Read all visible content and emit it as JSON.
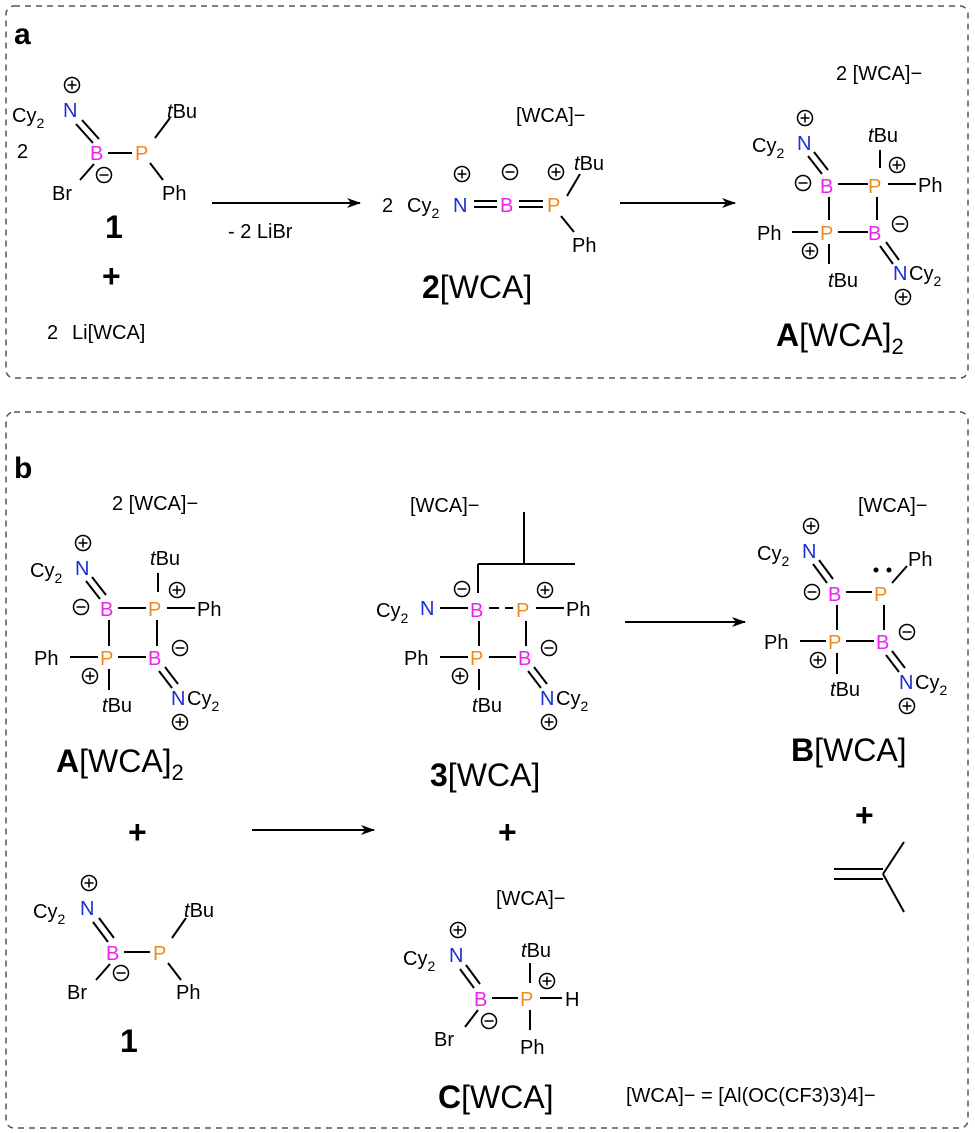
{
  "panel_a": {
    "label": "a",
    "reagent_count_1": "2",
    "compound_1_label": "1",
    "plus": "+",
    "reagent_count_li": "2",
    "li_salt": "Li[WCA]",
    "arrow_1_label": "- 2 LiBr",
    "wca_anion_2": "[WCA]−",
    "count_2": "2",
    "compound_2_label": "2",
    "compound_2_suffix": "[WCA]",
    "wca_anion_A": "2 [WCA]−",
    "compound_A_label": "A",
    "compound_A_suffix": "[WCA]",
    "compound_A_sub": "2"
  },
  "panel_b": {
    "label": "b",
    "wca_anion_A": "2 [WCA]−",
    "compound_A_label": "A",
    "compound_A_suffix": "[WCA]",
    "compound_A_sub": "2",
    "plus_left": "+",
    "compound_1_label": "1",
    "wca_anion_3": "[WCA]−",
    "compound_3_label": "3",
    "compound_3_suffix": "[WCA]",
    "plus_middle": "+",
    "wca_anion_C": "[WCA]−",
    "compound_C_label": "C",
    "compound_C_suffix": "[WCA]",
    "wca_anion_B": "[WCA]−",
    "compound_B_label": "B",
    "compound_B_suffix": "[WCA]",
    "plus_right": "+",
    "definition": "[WCA]− = [Al(OC(CF3)3)4]−"
  },
  "atoms": {
    "N": "N",
    "B": "B",
    "P": "P",
    "Cy": "Cy",
    "Cy_sub": "2",
    "tBu_t": "t",
    "tBu_Bu": "Bu",
    "Ph": "Ph",
    "Br": "Br",
    "H": "H"
  }
}
